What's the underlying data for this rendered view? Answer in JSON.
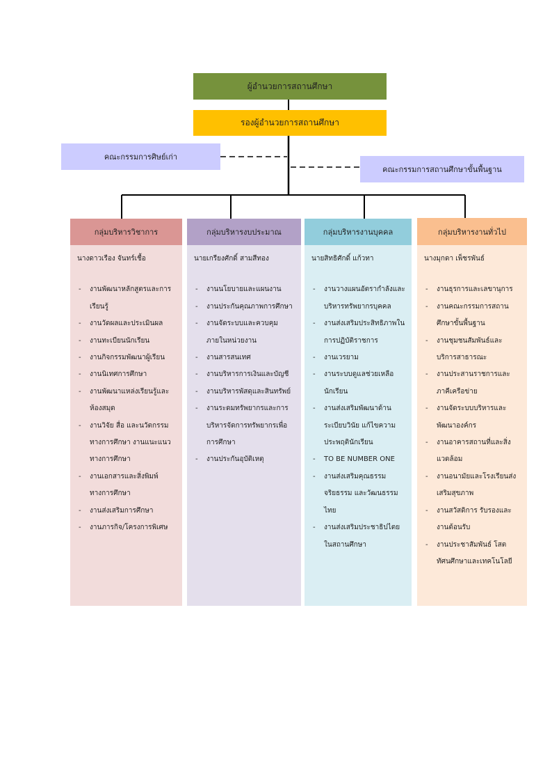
{
  "director": "ผู้อำนวยการสถานศึกษา",
  "deputy": "รองผู้อำนวยการสถานศึกษา",
  "alumni_committee": "คณะกรรมการศิษย์เก่า",
  "basic_committee": "คณะกรรมการสถานศึกษาขั้นพื้นฐาน",
  "colors": {
    "director": "#76923c",
    "deputy": "#ffc000",
    "committee": "#ccccff",
    "academic": "#da9694",
    "budget": "#b2a1c7",
    "personnel": "#92cddc",
    "general": "#fabf8f"
  },
  "columns": [
    {
      "title": "กลุ่มบริหารวิชาการ",
      "head": "นางดาวเรือง จันทร์เชื้อ",
      "items": [
        "งานพัฒนาหลักสูตรและการเรียนรู้",
        "งานวัดผลและประเมินผล",
        "งานทะเบียนนักเรียน",
        "งานกิจกรรมพัฒนาผู้เรียน",
        "งานนิเทศการศึกษา",
        "งานพัฒนาแหล่งเรียนรู้และห้องสมุด",
        "งานวิจัย สื่อ และนวัตกรรมทางการศึกษา งานแนะแนวทางการศึกษา",
        "งานเอกสารและสิ่งพิมพ์ทางการศึกษา",
        "งานส่งเสริมการศึกษา",
        "งานภารกิจ/โครงการพิเศษ"
      ]
    },
    {
      "title": "กลุ่มบริหารงบประมาณ",
      "head": "นายเกรียงศักดิ์ สามสีทอง",
      "items": [
        "งานนโยบายและแผนงาน",
        "งานประกันคุณภาพการศึกษา",
        "งานจัดระบบและควบคุมภายในหน่วยงาน",
        "งานสารสนเทศ",
        "งานบริหารการเงินและบัญชี",
        "งานบริหารพัสดุและสินทรัพย์",
        "งานระดมทรัพยากรและการบริหารจัดการทรัพยากรเพื่อการศึกษา",
        "งานประกันอุบัติเหตุ"
      ]
    },
    {
      "title": "กลุ่มบริหารงานบุคคล",
      "head": "นายสิทธิศักดิ์ แก้วทา",
      "items": [
        "งานวางแผนอัตรากำลังและบริหารทรัพยากรบุคคล",
        "งานส่งเสริมประสิทธิภาพในการปฏิบัติราชการ",
        "งานเวรยาม",
        "งานระบบดูแลช่วยเหลือนักเรียน",
        "งานส่งเสริมพัฒนาด้านระเบียบวินัย แก้ไขความประพฤตินักเรียน",
        "TO BE NUMBER ONE",
        "งานส่งเสริมคุณธรรม จริยธรรม และวัฒนธรรมไทย",
        "งานส่งเสริมประชาธิปไตยในสถานศึกษา"
      ]
    },
    {
      "title": "กลุ่มบริหารงานทั่วไป",
      "head": "นางมุกดา เพ็ชรพันธ์",
      "items": [
        "งานธุรการและเลขานุการ",
        "งานคณะกรรมการสถานศึกษาขั้นพื้นฐาน",
        "งานชุมชนสัมพันธ์และบริการสาธารณะ",
        "งานประสานราชการและภาคีเครือข่าย",
        "งานจัดระบบบริหารและพัฒนาองค์กร",
        "งานอาคารสถานที่และสิ่งแวดล้อม",
        "งานอนามัยและโรงเรียนส่งเสริมสุขภาพ",
        "งานสวัสดิการ รับรองและงานต้อนรับ",
        "งานประชาสัมพันธ์ โสตทัศนศึกษาและเทคโนโลยี"
      ]
    }
  ]
}
